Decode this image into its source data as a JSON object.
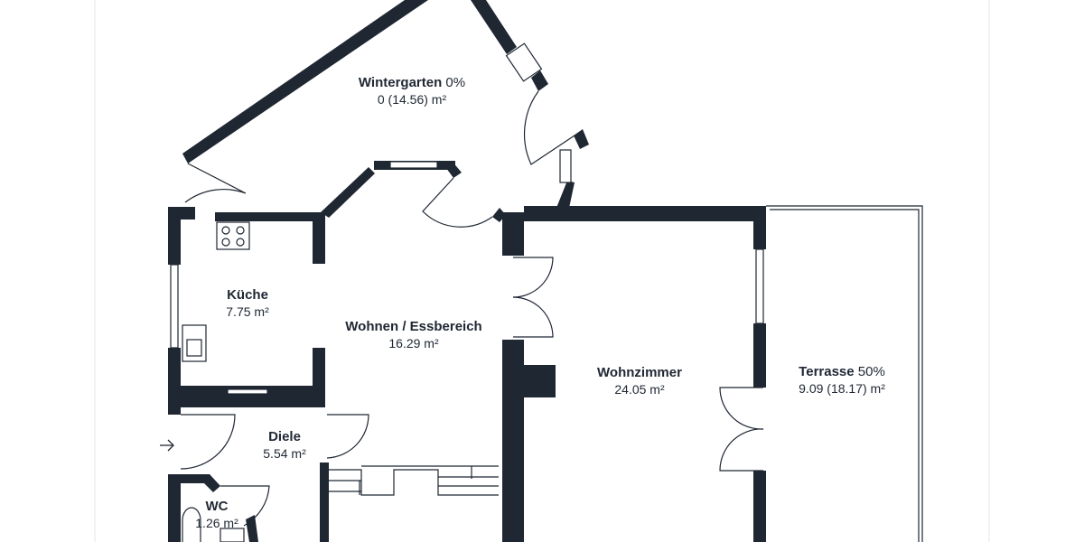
{
  "colors": {
    "wall": "#1f2733",
    "line": "#1f2733",
    "background": "#ffffff",
    "frame": "#e6e6e6"
  },
  "rooms": {
    "wintergarten": {
      "name": "Wintergarten",
      "pct": "0%",
      "area": "0 (14.56) m²"
    },
    "kueche": {
      "name": "Küche",
      "area": "7.75 m²"
    },
    "wohnen": {
      "name": "Wohnen / Essbereich",
      "area": "16.29 m²"
    },
    "wohnzimmer": {
      "name": "Wohnzimmer",
      "area": "24.05 m²"
    },
    "terrasse": {
      "name": "Terrasse",
      "pct": "50%",
      "area": "9.09 (18.17) m²"
    },
    "diele": {
      "name": "Diele",
      "area": "5.54 m²"
    },
    "wc": {
      "name": "WC",
      "area": "1.26 m²"
    }
  },
  "icons": {
    "entry": "arrow-right-icon",
    "stove": "stove-icon",
    "sink": "sink-icon"
  }
}
